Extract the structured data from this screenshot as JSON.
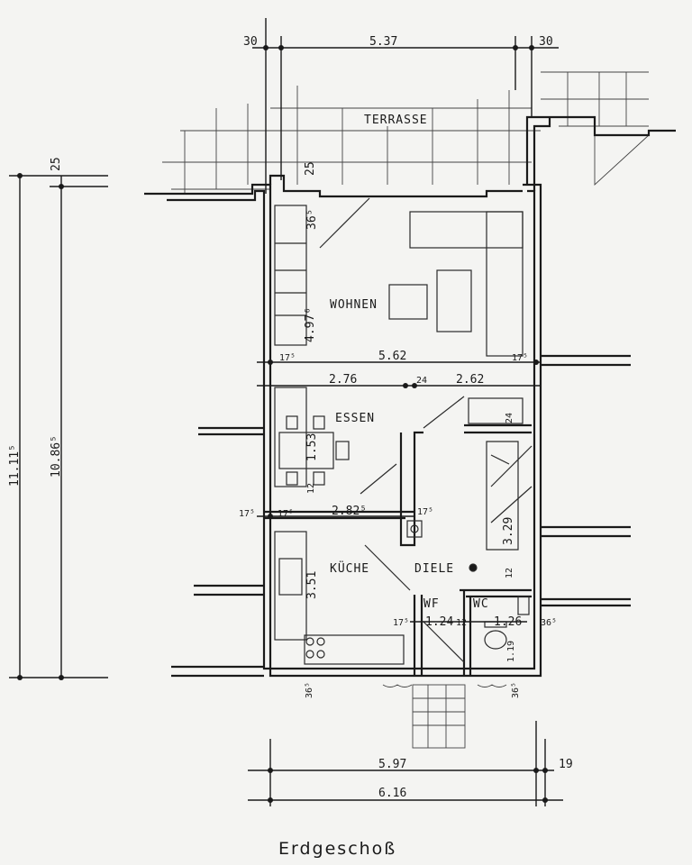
{
  "caption": "Erdgeschoß",
  "rooms": {
    "terrasse": "TERRASSE",
    "wohnen": "WOHNEN",
    "essen": "ESSEN",
    "kueche": "KÜCHE",
    "diele": "DIELE",
    "wf": "WF",
    "wc": "WC"
  },
  "dimensions": {
    "top_left": "30",
    "top_width": "5.37",
    "top_right": "30",
    "left_outer": "11.11⁵",
    "left_inner": "10.86⁵",
    "left_top": "25",
    "top_wall": "25",
    "wall_365_top": "36⁵",
    "wohnen_depth": "4.97⁶",
    "wall_175_left": "17⁵",
    "living_width": "5.62",
    "wall_175_right": "17⁵",
    "essen_width": "2.76",
    "partition_24": "24",
    "diele_width": "2.62",
    "wall_24_right": "24",
    "essen_depth": "1.53",
    "wall_12": "12",
    "wall_175_a": "17⁵",
    "wall_175_b": "17⁵",
    "kueche_width": "2.82⁵",
    "wall_175_c": "17⁵",
    "diele_depth": "3.29",
    "kueche_depth": "3.51",
    "wall_12_b": "12",
    "wall_175_d": "17⁵",
    "wf_width": "1.24",
    "wall_12_c": "12",
    "wc_width": "1.26",
    "wall_365_right": "36⁵",
    "wc_depth": "1.19",
    "bottom_left": "36⁵",
    "bottom_right": "36⁵",
    "bottom_inner": "5.97",
    "bottom_19": "19",
    "bottom_outer": "6.16"
  }
}
